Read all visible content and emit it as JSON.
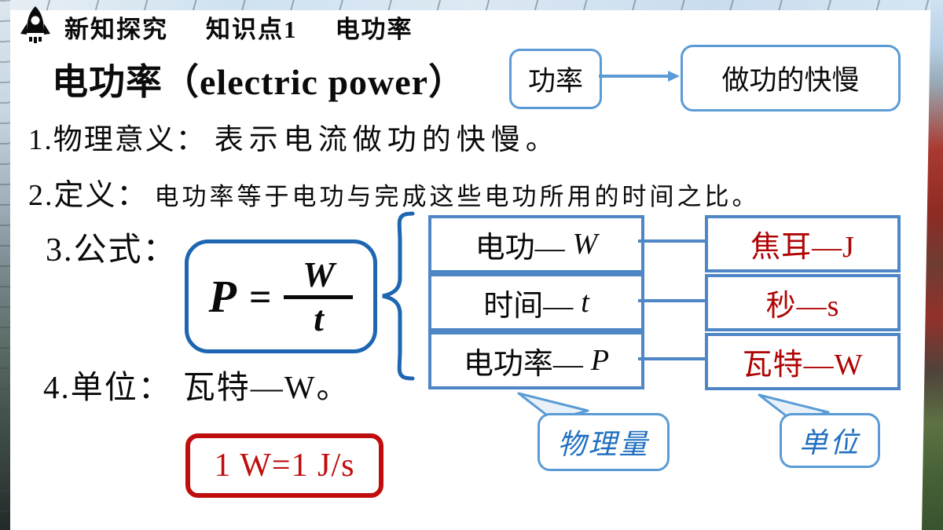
{
  "header": {
    "badge": "新知探究",
    "knowledge_point": "知识点1",
    "topic": "电功率"
  },
  "title": "电功率（electric power）",
  "concept_flow": {
    "source": "功率",
    "target": "做功的快慢"
  },
  "point1": {
    "label": "1.物理意义：",
    "text": "表示电流做功的快慢。"
  },
  "point2": {
    "label": "2.定义：",
    "text": "电功率等于电功与完成这些电功所用的时间之比。"
  },
  "point3": {
    "label": "3.公式："
  },
  "point4": {
    "label": "4.单位：",
    "text": "瓦特—W。"
  },
  "formula": {
    "lhs": "P",
    "equals": "=",
    "numerator": "W",
    "denominator": "t"
  },
  "mapping": {
    "rows": [
      {
        "quantity": "电功—",
        "symbol": "W",
        "unit": "焦耳—J"
      },
      {
        "quantity": "时间—",
        "symbol": "t",
        "unit": "秒—s"
      },
      {
        "quantity": "电功率—",
        "symbol": "P",
        "unit": "瓦特—W"
      }
    ],
    "callout_left": "物理量",
    "callout_right": "单位"
  },
  "unit_note": "1 W=1 J/s",
  "colors": {
    "box_blue_light": "#5B9BD5",
    "box_blue_mid": "#4E86C6",
    "box_blue_dark": "#1E66B2",
    "red_border": "#C00D0D",
    "red_unit_text": "#B00404",
    "callout_text_blue": "#2170C0"
  }
}
